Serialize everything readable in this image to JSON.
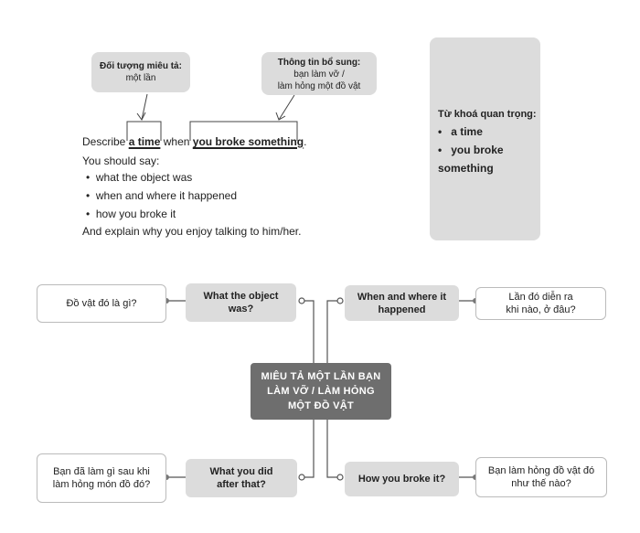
{
  "callouts": {
    "left": {
      "title": "Đối tượng miêu tả:",
      "text": "một lần"
    },
    "right": {
      "title": "Thông tin bổ sung:",
      "line1": "bạn làm vỡ /",
      "line2": "làm hỏng một đồ vật"
    }
  },
  "cue_card": {
    "describe_prefix": "Describe",
    "highlight1": "a time",
    "describe_mid": "when",
    "highlight2": "you broke something",
    "describe_suffix": ".",
    "should_say": "You should say:",
    "bullets": [
      "what the object was",
      "when and where it happened",
      "how you broke it"
    ],
    "explain": "And explain why you enjoy talking to him/her."
  },
  "keywords": {
    "title": "Từ khoá quan trọng:",
    "items": [
      "a time",
      "you broke something"
    ]
  },
  "mindmap": {
    "center": [
      "MIÊU TẢ MỘT LẦN BẠN",
      "LÀM VỠ / LÀM HỎNG",
      "MỘT ĐỒ VẬT"
    ],
    "q1": {
      "en": [
        "What the object",
        "was?"
      ],
      "vi": [
        "Đồ vật đó là gì?"
      ]
    },
    "q2": {
      "en": [
        "When and where it",
        "happened"
      ],
      "vi": [
        "Lần đó diễn ra",
        "khi nào, ở đâu?"
      ]
    },
    "q3": {
      "en": [
        "What you did",
        "after that?"
      ],
      "vi": [
        "Bạn đã làm gì sau khi",
        "làm hỏng món đồ đó?"
      ]
    },
    "q4": {
      "en": [
        "How you broke it?"
      ],
      "vi": [
        "Bạn làm hỏng đồ vật đó",
        "như thế nào?"
      ]
    }
  },
  "colors": {
    "light_gray": "#dcdcdc",
    "dark_gray": "#6e6e6e",
    "line": "#555555"
  }
}
